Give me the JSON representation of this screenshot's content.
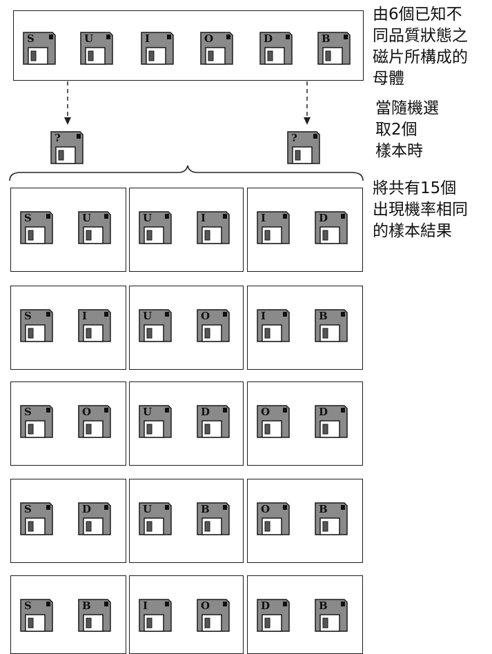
{
  "population": {
    "disks": [
      "S",
      "U",
      "I",
      "O",
      "D",
      "B"
    ]
  },
  "drawn": {
    "disks": [
      "?",
      "?"
    ]
  },
  "annotation_population": [
    "由6個已知不",
    "同品質狀態之",
    "磁片所構成的",
    "母體"
  ],
  "annotation_draw": [
    "當隨機選",
    "取2個",
    "樣本時"
  ],
  "annotation_result": [
    "將共有15個",
    "出現機率相同",
    "的樣本結果"
  ],
  "samples": [
    [
      [
        "S",
        "U"
      ],
      [
        "U",
        "I"
      ],
      [
        "I",
        "D"
      ]
    ],
    [
      [
        "S",
        "I"
      ],
      [
        "U",
        "O"
      ],
      [
        "I",
        "B"
      ]
    ],
    [
      [
        "S",
        "O"
      ],
      [
        "U",
        "D"
      ],
      [
        "O",
        "D"
      ]
    ],
    [
      [
        "S",
        "D"
      ],
      [
        "U",
        "B"
      ],
      [
        "O",
        "B"
      ]
    ],
    [
      [
        "S",
        "B"
      ],
      [
        "I",
        "O"
      ],
      [
        "D",
        "B"
      ]
    ]
  ],
  "colors": {
    "disk_fill": "#8a8a8a",
    "border": "#1a1a1a"
  }
}
